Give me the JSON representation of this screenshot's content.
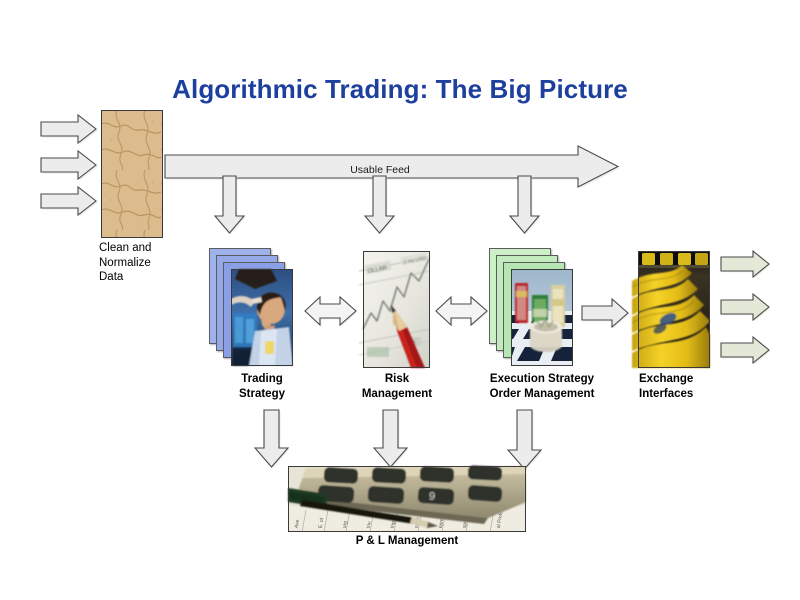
{
  "title": "Algorithmic Trading: The Big Picture",
  "title_color": "#1d3f9e",
  "background_color": "#ffffff",
  "feed_bar": {
    "label": "Usable Feed",
    "fill": "#e8e8e8",
    "stroke": "#4a4a4a"
  },
  "nodes": {
    "clean": {
      "label": "Clean and\nNormalize\nData",
      "image": "puzzle-pieces-texture",
      "fill": "#d6b483"
    },
    "trading": {
      "label": "Trading\nStrategy",
      "image": "trader-at-screens-photo",
      "stack_color": "#93a8e8",
      "stack_count": 3
    },
    "risk": {
      "label": "Risk\nManagement",
      "image": "pencil-on-line-chart-photo",
      "stack_count": 0
    },
    "execution": {
      "label": "Execution Strategy\nOrder Management",
      "image": "money-rolls-on-checkerboard-photo",
      "stack_color": "#bfe8bd",
      "stack_count": 3
    },
    "exchange": {
      "label": "Exchange\nInterfaces",
      "image": "yellow-ethernet-cables-photo",
      "stack_count": 0
    },
    "pnl": {
      "label": "P & L Management",
      "image": "calculator-on-financial-report-photo"
    }
  },
  "arrows": {
    "input_feed": {
      "count": 3,
      "direction": "right",
      "fill": "#e8e8e8",
      "stroke": "#4a4a4a"
    },
    "output_exchange": {
      "count": 3,
      "direction": "right",
      "fill": "#e2e8d4",
      "stroke": "#4a4a4a"
    },
    "feed_drops": {
      "count": 3,
      "direction": "down",
      "fill": "#e8e8e8",
      "stroke": "#4a4a4a"
    },
    "bidirectional": {
      "count": 2,
      "direction": "left-right",
      "fill": "#f2f2f2",
      "stroke": "#4a4a4a"
    },
    "to_exchange": {
      "count": 1,
      "direction": "right",
      "fill": "#e8e8e8",
      "stroke": "#4a4a4a"
    },
    "to_pnl": {
      "count": 3,
      "direction": "down",
      "fill": "#e8e8e8",
      "stroke": "#4a4a4a"
    }
  }
}
